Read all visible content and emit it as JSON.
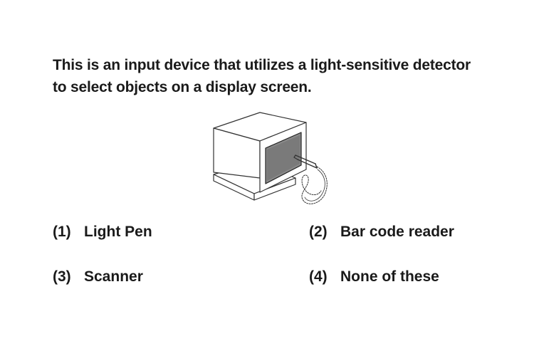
{
  "question": {
    "line1": "This is an input device that utilizes a light-sensitive detector",
    "line2": "to select objects on a display screen."
  },
  "illustration": {
    "icon": "light-pen-monitor-icon"
  },
  "options": [
    {
      "number": "(1)",
      "label": "Light Pen"
    },
    {
      "number": "(2)",
      "label": "Bar code reader"
    },
    {
      "number": "(3)",
      "label": "Scanner"
    },
    {
      "number": "(4)",
      "label": "None of these"
    }
  ]
}
